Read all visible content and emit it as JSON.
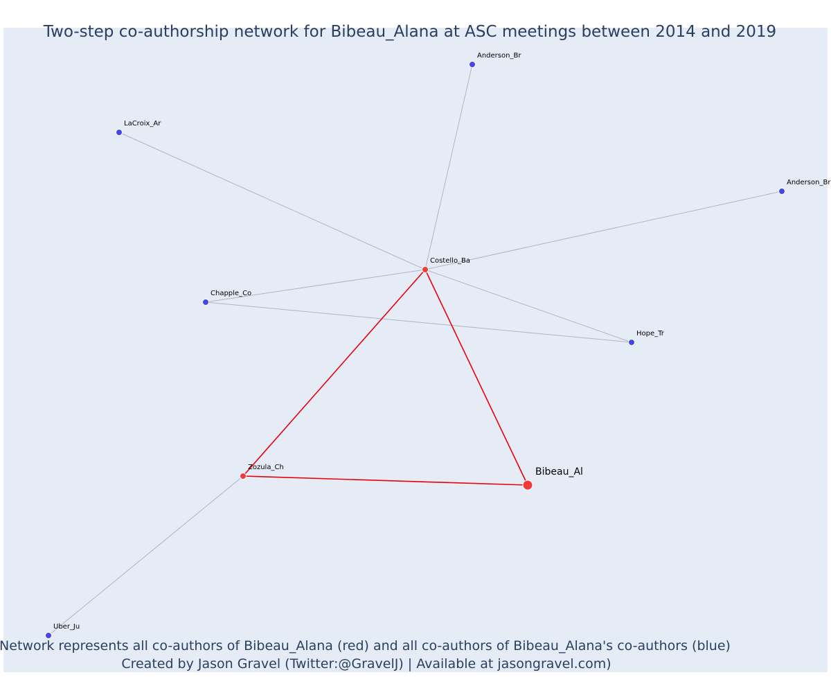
{
  "title": "Two-step co-authorship network for Bibeau_Alana at ASC meetings between 2014 and 2019",
  "caption": {
    "line1": "Network represents all co-authors of Bibeau_Alana (red) and all co-authors of Bibeau_Alana's co-authors (blue)",
    "line2": "Created by Jason Gravel (Twitter:@GravelJ) | Available at jasongravel.com)"
  },
  "colors": {
    "background": "#e5ecf6",
    "first_degree": "#ef3b3b",
    "second_degree": "#4646e6",
    "first_degree_edge": "#e8000b",
    "second_degree_edge": "#b2b2c4",
    "title_text": "#2a3f5f"
  },
  "chart_data": {
    "type": "network",
    "nodes": [
      {
        "id": "bibeau",
        "label": "Bibeau_Al",
        "group": "focal"
      },
      {
        "id": "costello",
        "label": "Costello_Ba",
        "group": "first_degree"
      },
      {
        "id": "zozula",
        "label": "Zozula_Ch",
        "group": "first_degree"
      },
      {
        "id": "anderson1",
        "label": "Anderson_Br",
        "group": "second_degree"
      },
      {
        "id": "lacroix",
        "label": "LaCroix_Ar",
        "group": "second_degree"
      },
      {
        "id": "anderson2",
        "label": "Anderson_Br",
        "group": "second_degree"
      },
      {
        "id": "chapple",
        "label": "Chapple_Co",
        "group": "second_degree"
      },
      {
        "id": "hope",
        "label": "Hope_Tr",
        "group": "second_degree"
      },
      {
        "id": "uber",
        "label": "Uber_Ju",
        "group": "second_degree"
      }
    ],
    "edges": [
      {
        "source": "bibeau",
        "target": "costello",
        "type": "first_degree"
      },
      {
        "source": "bibeau",
        "target": "zozula",
        "type": "first_degree"
      },
      {
        "source": "costello",
        "target": "zozula",
        "type": "first_degree"
      },
      {
        "source": "costello",
        "target": "anderson1",
        "type": "second_degree"
      },
      {
        "source": "costello",
        "target": "lacroix",
        "type": "second_degree"
      },
      {
        "source": "costello",
        "target": "anderson2",
        "type": "second_degree"
      },
      {
        "source": "costello",
        "target": "chapple",
        "type": "second_degree"
      },
      {
        "source": "costello",
        "target": "hope",
        "type": "second_degree"
      },
      {
        "source": "chapple",
        "target": "hope",
        "type": "second_degree"
      },
      {
        "source": "zozula",
        "target": "uber",
        "type": "second_degree"
      }
    ]
  }
}
